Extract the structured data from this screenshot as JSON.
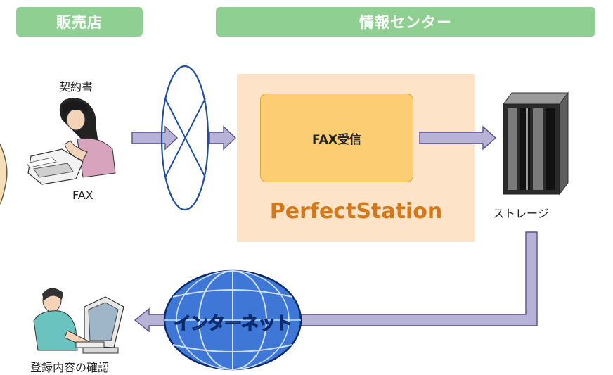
{
  "colors": {
    "header_green": "#8fcf92",
    "panel_peach": "#fde3c8",
    "fax_box_fill": "#fccd73",
    "brand_orange": "#d4781a",
    "arrow_fill": "#b7b3d6",
    "arrow_stroke": "#5a4f8f",
    "network_blue": "#1f4da0",
    "globe_blue": "#3f77d6"
  },
  "headers": {
    "dealer": "販売店",
    "info_center": "情報センター"
  },
  "left": {
    "contract_label": "契約書",
    "fax_label": "FAX"
  },
  "center": {
    "fax_receive_label": "FAX受信",
    "product_name": "PerfectStation"
  },
  "right": {
    "storage_label": "ストレージ"
  },
  "bottom": {
    "internet_label": "インターネット",
    "confirm_label": "登録内容の確認"
  },
  "icons": [
    "woman-fax-operator-icon",
    "network-ellipse-icon",
    "storage-server-icon",
    "globe-icon",
    "man-computer-user-icon"
  ]
}
